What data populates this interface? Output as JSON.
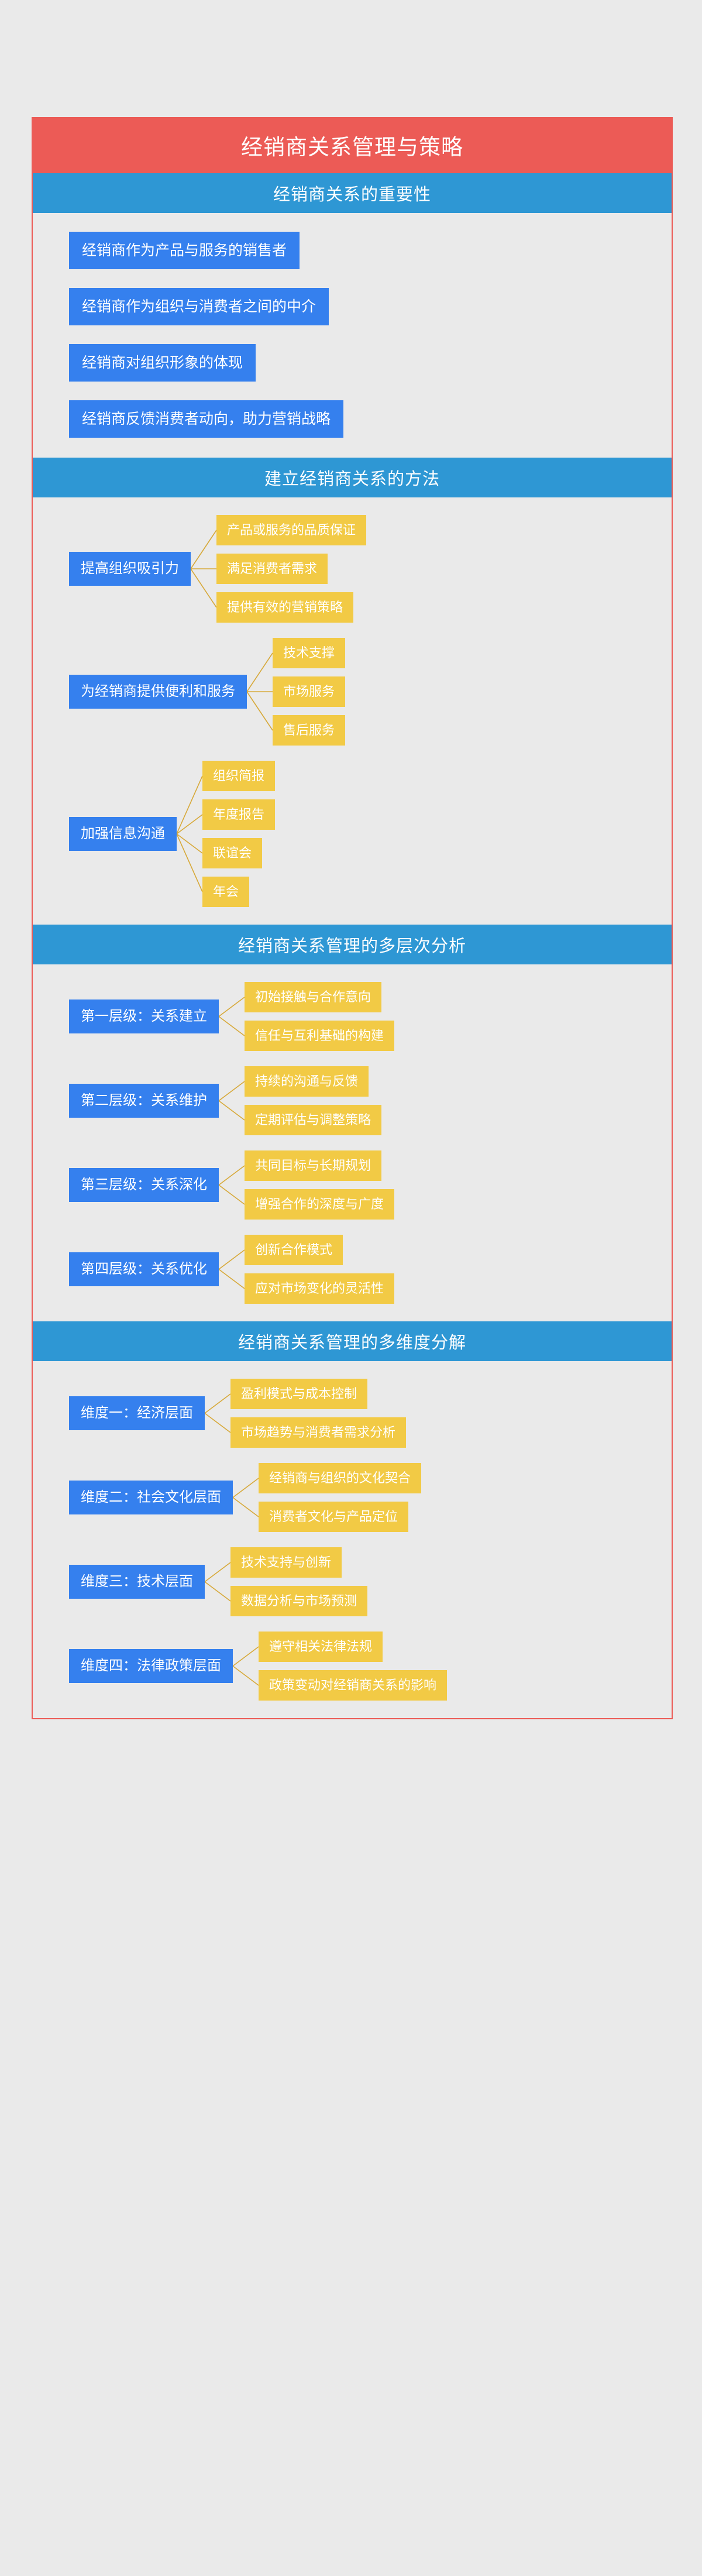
{
  "colors": {
    "page_background": "#EAEAEA",
    "title_bar": "#EC5B56",
    "section_header": "#2E97D4",
    "parent_node": "#3580EE",
    "child_node": "#F2CA45",
    "node_text": "#FFFFFF",
    "connector_line": "#D7A93A",
    "card_border": "#EC5B56"
  },
  "title": "经销商关系管理与策略",
  "sections": [
    {
      "header": "经销商关系的重要性",
      "type": "flat-list",
      "items": [
        "经销商作为产品与服务的销售者",
        "经销商作为组织与消费者之间的中介",
        "经销商对组织形象的体现",
        "经销商反馈消费者动向，助力营销战略"
      ]
    },
    {
      "header": "建立经销商关系的方法",
      "type": "mindmap",
      "branches": [
        {
          "parent": "提高组织吸引力",
          "children": [
            "产品或服务的品质保证",
            "满足消费者需求",
            "提供有效的营销策略"
          ]
        },
        {
          "parent": "为经销商提供便利和服务",
          "children": [
            "技术支撑",
            "市场服务",
            "售后服务"
          ]
        },
        {
          "parent": "加强信息沟通",
          "children": [
            "组织简报",
            "年度报告",
            "联谊会",
            "年会"
          ]
        }
      ]
    },
    {
      "header": "经销商关系管理的多层次分析",
      "type": "mindmap",
      "branches": [
        {
          "parent": "第一层级：关系建立",
          "children": [
            "初始接触与合作意向",
            "信任与互利基础的构建"
          ]
        },
        {
          "parent": "第二层级：关系维护",
          "children": [
            "持续的沟通与反馈",
            "定期评估与调整策略"
          ]
        },
        {
          "parent": "第三层级：关系深化",
          "children": [
            "共同目标与长期规划",
            "增强合作的深度与广度"
          ]
        },
        {
          "parent": "第四层级：关系优化",
          "children": [
            "创新合作模式",
            "应对市场变化的灵活性"
          ]
        }
      ]
    },
    {
      "header": "经销商关系管理的多维度分解",
      "type": "mindmap",
      "branches": [
        {
          "parent": "维度一：经济层面",
          "children": [
            "盈利模式与成本控制",
            "市场趋势与消费者需求分析"
          ]
        },
        {
          "parent": "维度二：社会文化层面",
          "children": [
            "经销商与组织的文化契合",
            "消费者文化与产品定位"
          ]
        },
        {
          "parent": "维度三：技术层面",
          "children": [
            "技术支持与创新",
            "数据分析与市场预测"
          ]
        },
        {
          "parent": "维度四：法律政策层面",
          "children": [
            "遵守相关法律法规",
            "政策变动对经销商关系的影响"
          ]
        }
      ]
    }
  ]
}
